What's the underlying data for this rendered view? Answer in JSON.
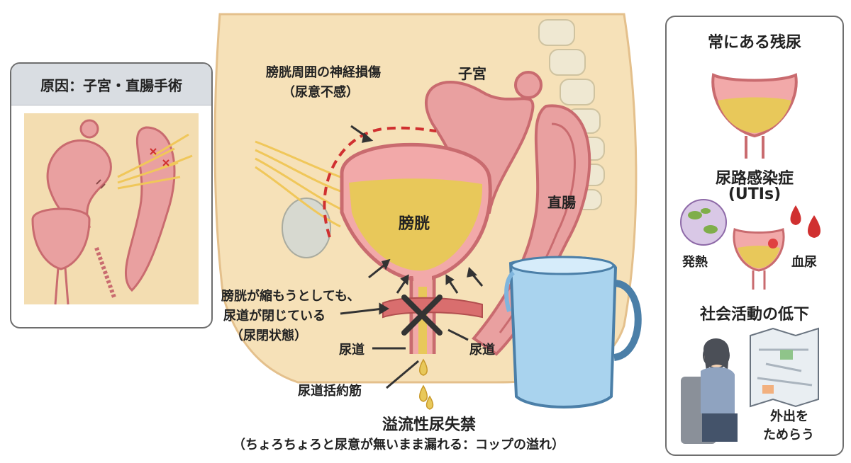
{
  "left_panel": {
    "title": "原因：子宮・直腸手術"
  },
  "main": {
    "nerve_label_1": "膀胱周囲の神経損傷",
    "nerve_label_2": "（尿意不感）",
    "uterus_label": "子宮",
    "rectum_label": "直腸",
    "bladder_label": "膀胱",
    "closure_label_1": "膀胱が縮もうとしても、",
    "closure_label_2": "尿道が閉じている",
    "closure_label_3": "（尿閉状態）",
    "urethra_left": "尿道",
    "urethra_right": "尿道",
    "sphincter_label": "尿道括約筋",
    "caption_title": "溢流性尿失禁",
    "caption_sub": "（ちょろちょろと尿意が無いまま漏れる：コップの溢れ）"
  },
  "right_panel": {
    "residual_title": "常にある残尿",
    "uti_title_1": "尿路感染症",
    "uti_title_2": "(UTIs)",
    "fever_label": "発熱",
    "hematuria_label": "血尿",
    "social_title": "社会活動の低下",
    "outing_label_1": "外出を",
    "outing_label_2": "ためらう"
  },
  "colors": {
    "tissue_pink": "#e9a0a0",
    "tissue_dark": "#c96b6f",
    "urine_yellow": "#e8c85a",
    "skin_tone": "#f6e1b8",
    "nerve_yellow": "#f0c75a",
    "dashed_red": "#d03030",
    "water_blue": "#a9d3ee"
  }
}
